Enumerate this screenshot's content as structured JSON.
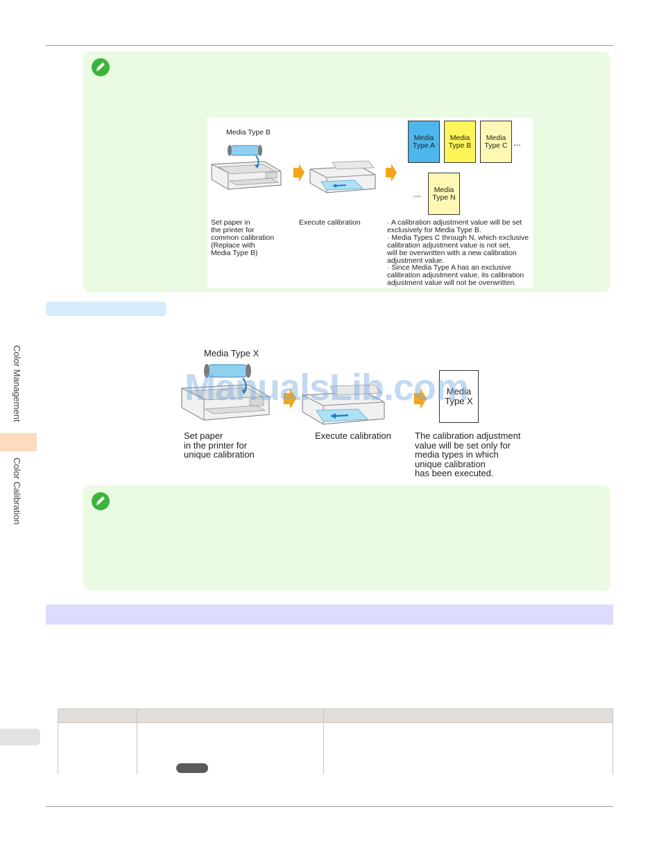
{
  "figure_top": {
    "label_media_type_b": "Media Type B",
    "step1_caption": "Set paper in\nthe printer for\ncommon calibration\n(Replace with\nMedia Type B)",
    "step2_caption": "Execute calibration",
    "step3_bullets": [
      "· A calibration adjustment value will be set\n  exclusively for Media Type B.",
      "· Media Types C through N, which exclusive\n  calibration adjustment value is not set,\n  will be overwritten with a new calibration\n  adjustment value.",
      "· Since Media Type A has an exclusive\n  calibration adjustment value, its calibration\n  adjustment value will not be overwritten."
    ],
    "media_boxes": [
      {
        "label": "Media\nType A",
        "color": "#4db6ea"
      },
      {
        "label": "Media\nType B",
        "color": "#fdf65a"
      },
      {
        "label": "Media\nType C",
        "color": "#fef8b4"
      },
      {
        "label": "Media\nType N",
        "color": "#fef8b4"
      }
    ],
    "ellipsis": "..."
  },
  "figure_bottom": {
    "label_media_type_x": "Media Type X",
    "step1_caption": "Set paper\nin the printer for\nunique calibration",
    "step2_caption": "Execute calibration",
    "step3_caption": "The calibration adjustment\nvalue will be set only for\nmedia types in which\nunique calibration\nhas been executed.",
    "media_box_label": "Media\nType X"
  },
  "sidebar": {
    "section": "Color Management",
    "subsection": "Color Calibration"
  },
  "watermark": "ManualsLib.com",
  "colors": {
    "note_bg": "#ebfbe3",
    "note_icon": "#3ab53a",
    "arrow": "#f5a51c",
    "section_band": "#dcdcfc",
    "pill": "#d6ecf8",
    "sidebar_tab": "#fbdcbf"
  }
}
